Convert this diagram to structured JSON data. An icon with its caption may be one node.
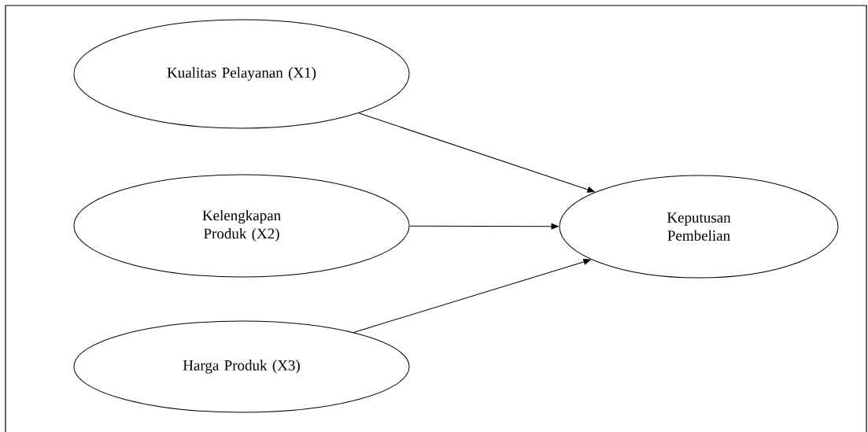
{
  "diagram": {
    "nodes": [
      {
        "text": [
          "Kualitas Pelayanan (X1)"
        ]
      },
      {
        "text": [
          "Kelengkapan Produk (X2)"
        ]
      },
      {
        "text": [
          "Harga Produk (X3)"
        ]
      },
      {
        "text": [
          "Keputusan Pembelian"
        ]
      }
    ],
    "edges": [
      {
        "from": 0,
        "to": 3,
        "arrow": "to"
      },
      {
        "from": 1,
        "to": 3,
        "arrow": "to"
      },
      {
        "from": 2,
        "to": 3,
        "arrow": "to"
      }
    ]
  }
}
